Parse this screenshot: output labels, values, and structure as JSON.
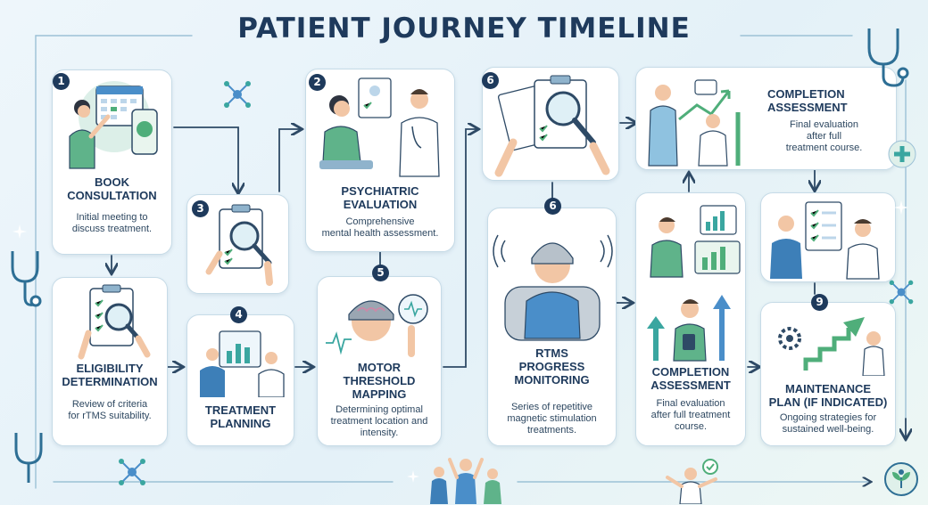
{
  "title": "PATIENT JOURNEY TIMELINE",
  "steps": [
    {
      "number": "1",
      "title_lines": [
        "BOOK",
        "CONSULTATION"
      ],
      "desc_lines": [
        "Initial meeting to",
        "discuss treatment."
      ]
    },
    {
      "number": "",
      "title_lines": [
        "ELIGIBILITY",
        "DETERMINATION"
      ],
      "desc_lines": [
        "Review of criteria",
        "for rTMS suitability."
      ]
    },
    {
      "number": "3",
      "title_lines": [],
      "desc_lines": []
    },
    {
      "number": "4",
      "title_lines": [
        "TREATMENT",
        "PLANNING"
      ],
      "desc_lines": []
    },
    {
      "number": "2",
      "title_lines": [
        "PSYCHIATRIC",
        "EVALUATION"
      ],
      "desc_lines": [
        "Comprehensive",
        "mental health assessment."
      ]
    },
    {
      "number": "5",
      "title_lines": [
        "MOTOR",
        "THRESHOLD",
        "MAPPING"
      ],
      "desc_lines": [
        "Determining optimal",
        "treatment location and",
        "intensity."
      ]
    },
    {
      "number": "6",
      "title_lines": [],
      "desc_lines": []
    },
    {
      "number": "6",
      "title_lines": [
        "rTMS",
        "PROGRESS",
        "MONITORING"
      ],
      "desc_lines": [
        "Series of repetitive",
        "magnetic stimulation",
        "treatments."
      ]
    },
    {
      "number": "",
      "title_lines": [
        "COMPLETION",
        "ASSESSMENT"
      ],
      "desc_lines": [
        "Final evaluation",
        "after full",
        "treatment course."
      ]
    },
    {
      "number": "",
      "title_lines": [
        "COMPLETION",
        "ASSESSMENT"
      ],
      "desc_lines": [
        "Final evaluation",
        "after full treatment",
        "course."
      ]
    },
    {
      "number": "",
      "title_lines": [],
      "desc_lines": []
    },
    {
      "number": "9",
      "title_lines": [
        "MAINTENANCE",
        "PLAN (if indicated)"
      ],
      "desc_lines": [
        "Ongoing strategies for",
        "sustained well-being."
      ]
    }
  ],
  "colors": {
    "navy": "#1e3a5c",
    "teal": "#3aa6a0",
    "green": "#4fae7a",
    "blue": "#4a8ec9",
    "line": "#2e4a66"
  }
}
